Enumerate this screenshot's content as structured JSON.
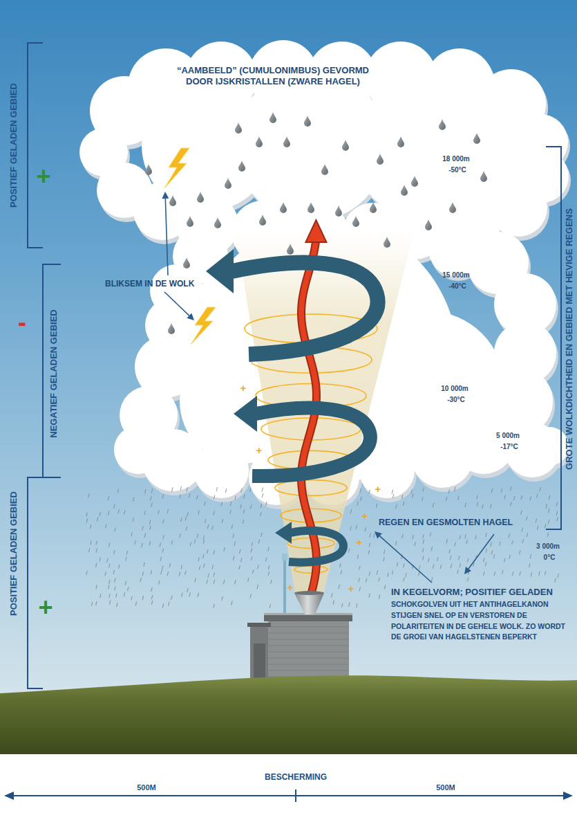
{
  "diagram": {
    "labels": [
      "“AAMBEELD” (CUMULONIMBUS) GEVORMD DOOR IJSKRISTALLEN (ZWARE HAGEL)",
      "POSITIEF GELADEN GEBIED",
      "+",
      "NEGATIEF GELADEN GEBIED",
      "-",
      "POSITIEF GELADEN GEBIED",
      "+",
      "BLIKSEM IN DE WOLK",
      "18 000m",
      "-50°C",
      "15 000m",
      "-40°C",
      "10 000m",
      "-30°C",
      "5 000m",
      "-17°C",
      "GROTE WOLKDICHTHEID EN GEBIED MET HEVIGE REGENS",
      "REGEN EN GESMOLTEN HAGEL",
      "3 000m",
      "0°C",
      "IN KEGELVORM; POSITIEF GELADEN",
      "SCHOKGOLVEN UIT HET ANTIHAGELKANON STIJGEN SNEL OP EN VERSTOREN DE POLARITEITEN IN DE GEHELE WOLK. ZO WORDT DE GROEI VAN HAGELSTENEN BEPERKT",
      "+",
      "+",
      "+",
      "+",
      "+",
      "+",
      "+",
      "BESCHERMING",
      "500M",
      "500M"
    ]
  }
}
